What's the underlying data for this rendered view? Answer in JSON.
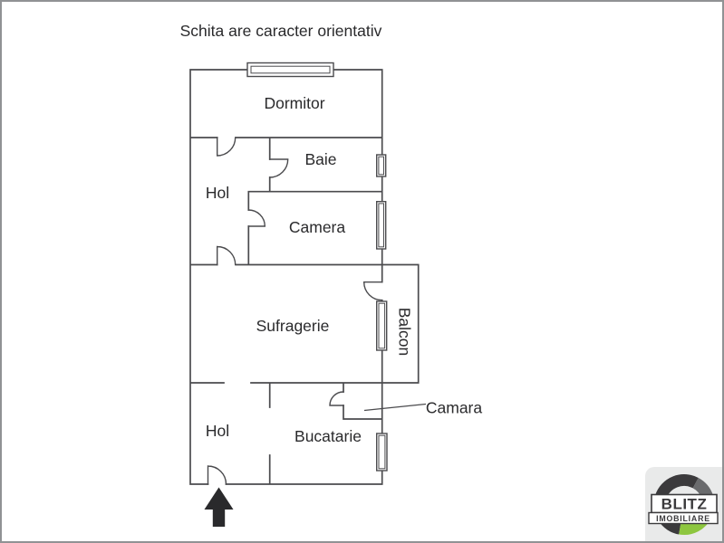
{
  "colors": {
    "wall": "#4b4b4e",
    "text": "#2a2a2c",
    "frame_border": "#909294",
    "logo_dark": "#3b3a3c",
    "logo_gray": "#6a6b6d",
    "logo_green": "#8dc63f",
    "logo_bg": "#e9eaea"
  },
  "plan": {
    "disclaimer": "Schita are caracter orientativ",
    "rooms": [
      {
        "label": "Dormitor"
      },
      {
        "label": "Baie"
      },
      {
        "label": "Hol"
      },
      {
        "label": "Camera"
      },
      {
        "label": "Sufragerie"
      },
      {
        "label": "Balcon"
      },
      {
        "label": "Camara"
      },
      {
        "label": "Hol"
      },
      {
        "label": "Bucatarie"
      }
    ],
    "entrance_icon": "entrance-arrow"
  },
  "logo": {
    "brand": "BLITZ",
    "subbrand": "IMOBILIARE"
  }
}
